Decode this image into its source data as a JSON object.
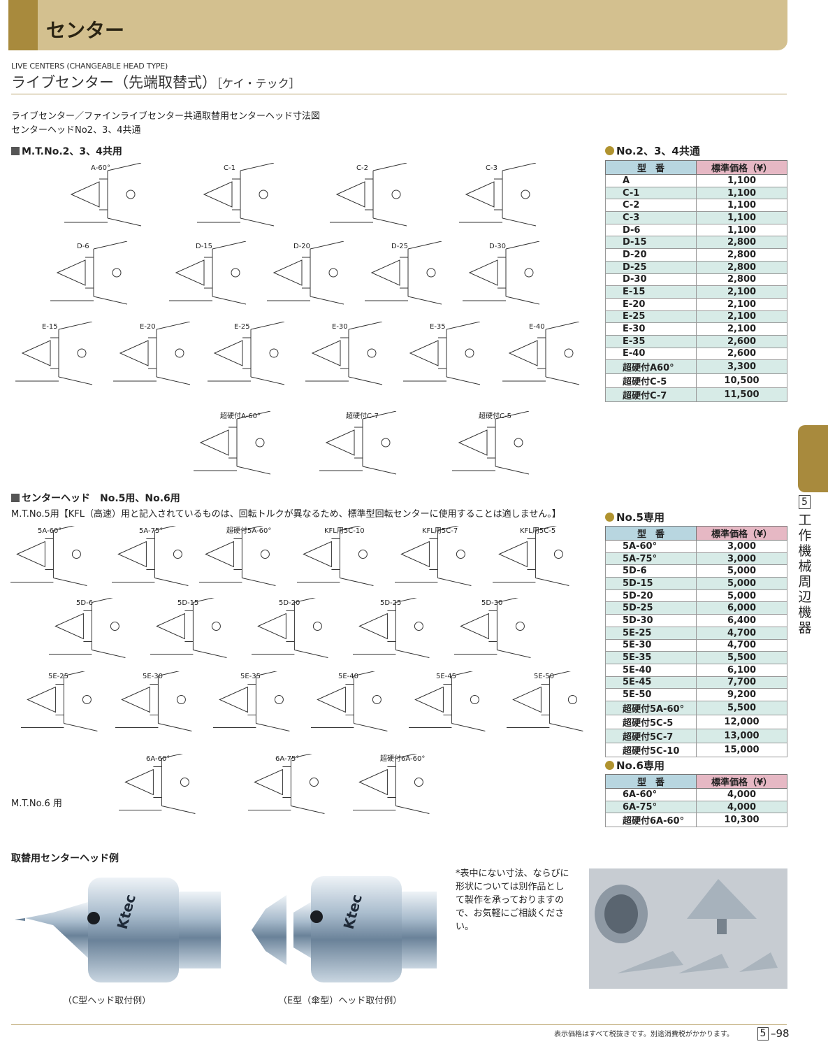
{
  "header": {
    "title": "センター"
  },
  "subtitle_en": "LIVE CENTERS (CHANGEABLE HEAD TYPE)",
  "subtitle": "ライブセンター（先端取替式）",
  "maker": "［ケイ・テック］",
  "intro": [
    "ライブセンター／ファインライブセンター共通取替用センターヘッド寸法図",
    "センターヘッドNo2、3、4共通"
  ],
  "section1": "M.T.No.2、3、4共用",
  "section2": "センターヘッド　No.5用、No.6用",
  "section2_note": "M.T.No.5用【KFL（高速）用と記入されているものは、回転トルクが異なるため、標準型回転センターに使用することは適しません。】",
  "mt6_label": "M.T.No.6 用",
  "section3": "取替用センターヘッド例",
  "diagrams1": [
    "A-60°",
    "C-1",
    "C-2",
    "C-3",
    "D-6",
    "D-15",
    "D-20",
    "D-25",
    "D-30",
    "E-15",
    "E-20",
    "E-25",
    "E-30",
    "E-35",
    "E-40",
    "超硬付A-60°",
    "超硬付C-7",
    "超硬付C-5"
  ],
  "diagrams2": [
    "5A-60°",
    "5A-75°",
    "超硬付5A-60°",
    "KFL用5C-10",
    "KFL用5C-7",
    "KFL用5C-5",
    "5D-6",
    "5D-15",
    "5D-20",
    "5D-25",
    "5D-30",
    "5E-25",
    "5E-30",
    "5E-35",
    "5E-40",
    "5E-45",
    "5E-50",
    "6A-60°",
    "6A-75°",
    "超硬付6A-60°"
  ],
  "table_headers": {
    "model": "型　番",
    "price": "標準価格（¥）"
  },
  "table1_title": "No.2、3、4共通",
  "table1": [
    {
      "m": "A",
      "p": "1,100"
    },
    {
      "m": "C-1",
      "p": "1,100"
    },
    {
      "m": "C-2",
      "p": "1,100"
    },
    {
      "m": "C-3",
      "p": "1,100"
    },
    {
      "m": "D-6",
      "p": "1,100"
    },
    {
      "m": "D-15",
      "p": "2,800"
    },
    {
      "m": "D-20",
      "p": "2,800"
    },
    {
      "m": "D-25",
      "p": "2,800"
    },
    {
      "m": "D-30",
      "p": "2,800"
    },
    {
      "m": "E-15",
      "p": "2,100"
    },
    {
      "m": "E-20",
      "p": "2,100"
    },
    {
      "m": "E-25",
      "p": "2,100"
    },
    {
      "m": "E-30",
      "p": "2,100"
    },
    {
      "m": "E-35",
      "p": "2,600"
    },
    {
      "m": "E-40",
      "p": "2,600"
    },
    {
      "m": "超硬付A60°",
      "p": "3,300"
    },
    {
      "m": "超硬付C-5",
      "p": "10,500"
    },
    {
      "m": "超硬付C-7",
      "p": "11,500"
    }
  ],
  "table2_title": "No.5専用",
  "table2": [
    {
      "m": "5A-60°",
      "p": "3,000"
    },
    {
      "m": "5A-75°",
      "p": "3,000"
    },
    {
      "m": "5D-6",
      "p": "5,000"
    },
    {
      "m": "5D-15",
      "p": "5,000"
    },
    {
      "m": "5D-20",
      "p": "5,000"
    },
    {
      "m": "5D-25",
      "p": "6,000"
    },
    {
      "m": "5D-30",
      "p": "6,400"
    },
    {
      "m": "5E-25",
      "p": "4,700"
    },
    {
      "m": "5E-30",
      "p": "4,700"
    },
    {
      "m": "5E-35",
      "p": "5,500"
    },
    {
      "m": "5E-40",
      "p": "6,100"
    },
    {
      "m": "5E-45",
      "p": "7,700"
    },
    {
      "m": "5E-50",
      "p": "9,200"
    },
    {
      "m": "超硬付5A-60°",
      "p": "5,500"
    },
    {
      "m": "超硬付5C-5",
      "p": "12,000"
    },
    {
      "m": "超硬付5C-7",
      "p": "13,000"
    },
    {
      "m": "超硬付5C-10",
      "p": "15,000"
    }
  ],
  "table3_title": "No.6専用",
  "table3": [
    {
      "m": "6A-60°",
      "p": "4,000"
    },
    {
      "m": "6A-75°",
      "p": "4,000"
    },
    {
      "m": "超硬付6A-60°",
      "p": "10,300"
    }
  ],
  "photo_captions": [
    "（C型ヘッド取付例）",
    "（E型（傘型）ヘッド取付例）"
  ],
  "ask_note": "*表中にない寸法、ならびに形状については別作品として製作を承っておりますので、お気軽にご相談ください。",
  "side": {
    "num": "5",
    "text": "工作機械周辺機器"
  },
  "footer": {
    "note": "表示価格はすべて税抜きです。別途消費税がかかります。",
    "page_box": "5",
    "page": "–98"
  },
  "colors": {
    "gold": "#a88a3d",
    "banner": "#d3c08f",
    "row_alt": "#d7ebe7",
    "th_model": "#b8d6e0",
    "th_price": "#e6b8c4"
  }
}
